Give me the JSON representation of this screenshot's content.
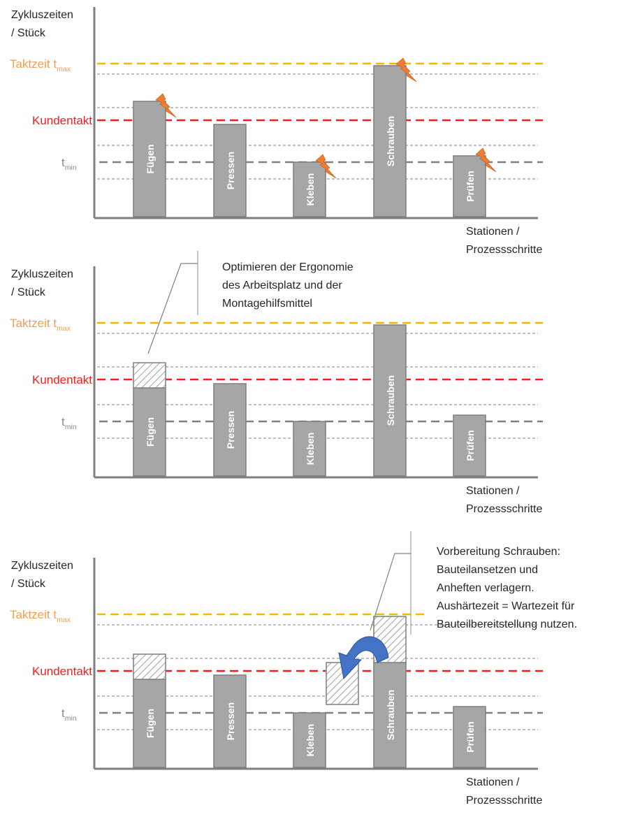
{
  "colors": {
    "tmax": "#F5B800",
    "tmax_label": "#F0A050",
    "kundentakt": "#FF1A1A",
    "tmin": "#808080",
    "tmin_label": "#8C8C8C",
    "grid": "#9A9A9A",
    "bar_fill": "#A6A6A6",
    "bar_stroke": "#7F7F7F",
    "axis": "#7F7F7F",
    "lightning": "#ED7D31",
    "arrow": "#4472C4",
    "text": "#262626"
  },
  "labels": {
    "y_axis_line1": "Zykluszeiten",
    "y_axis_line2": "/ Stück",
    "tmax_prefix": "Taktzeit t",
    "tmax_sub": "max",
    "kundentakt": "Kundentakt",
    "tmin_prefix": "t",
    "tmin_sub": "min",
    "x_axis_line1": "Stationen /",
    "x_axis_line2": "Prozessschritte"
  },
  "stations": [
    "Fügen",
    "Pressen",
    "Kleben",
    "Schrauben",
    "Prüfen"
  ],
  "panels": [
    {
      "id": "current-state",
      "bars": [
        {
          "station": "Fügen",
          "value": 0.55,
          "overload": true
        },
        {
          "station": "Pressen",
          "value": 0.44,
          "overload": false
        },
        {
          "station": "Kleben",
          "value": 0.26,
          "overload": true
        },
        {
          "station": "Schrauben",
          "value": 0.72,
          "overload": true
        },
        {
          "station": "Prüfen",
          "value": 0.29,
          "overload": true
        }
      ]
    },
    {
      "id": "ergonomics-optimized",
      "annotation": [
        "Optimieren der Ergonomie",
        "des Arbeitsplatz und der",
        "Montagehilfsmittel"
      ],
      "bars": [
        {
          "station": "Fügen",
          "value": 0.42,
          "removed": 0.12
        },
        {
          "station": "Pressen",
          "value": 0.44
        },
        {
          "station": "Kleben",
          "value": 0.26
        },
        {
          "station": "Schrauben",
          "value": 0.72
        },
        {
          "station": "Prüfen",
          "value": 0.29
        }
      ]
    },
    {
      "id": "preparation-shifted",
      "annotation": [
        "Vorbereitung Schrauben:",
        "Bauteilansetzen und",
        "Anheften verlagern.",
        "Aushärtezeit = Wartezeit für",
        "Bauteilbereitstellung nutzen."
      ],
      "bars": [
        {
          "station": "Fügen",
          "value": 0.42,
          "removed": 0.12
        },
        {
          "station": "Pressen",
          "value": 0.44
        },
        {
          "station": "Kleben",
          "value": 0.26,
          "added_from": 0.3,
          "added_to": 0.5
        },
        {
          "station": "Schrauben",
          "value": 0.5,
          "removed": 0.22
        },
        {
          "station": "Prüfen",
          "value": 0.29
        }
      ]
    }
  ],
  "chart_data": {
    "type": "bar",
    "title": "",
    "xlabel": "Stationen / Prozessschritte",
    "ylabel": "Zykluszeiten / Stück",
    "categories": [
      "Fügen",
      "Pressen",
      "Kleben",
      "Schrauben",
      "Prüfen"
    ],
    "reference_lines": [
      {
        "name": "Taktzeit t_max",
        "value": 0.73
      },
      {
        "name": "Kundentakt",
        "value": 0.46
      },
      {
        "name": "t_min",
        "value": 0.26
      }
    ],
    "gridlines": [
      0.18,
      0.34,
      0.52,
      0.68
    ],
    "ylim": [
      0,
      1
    ],
    "note": "Qualitative values (relative scale, no numeric ticks shown)"
  }
}
